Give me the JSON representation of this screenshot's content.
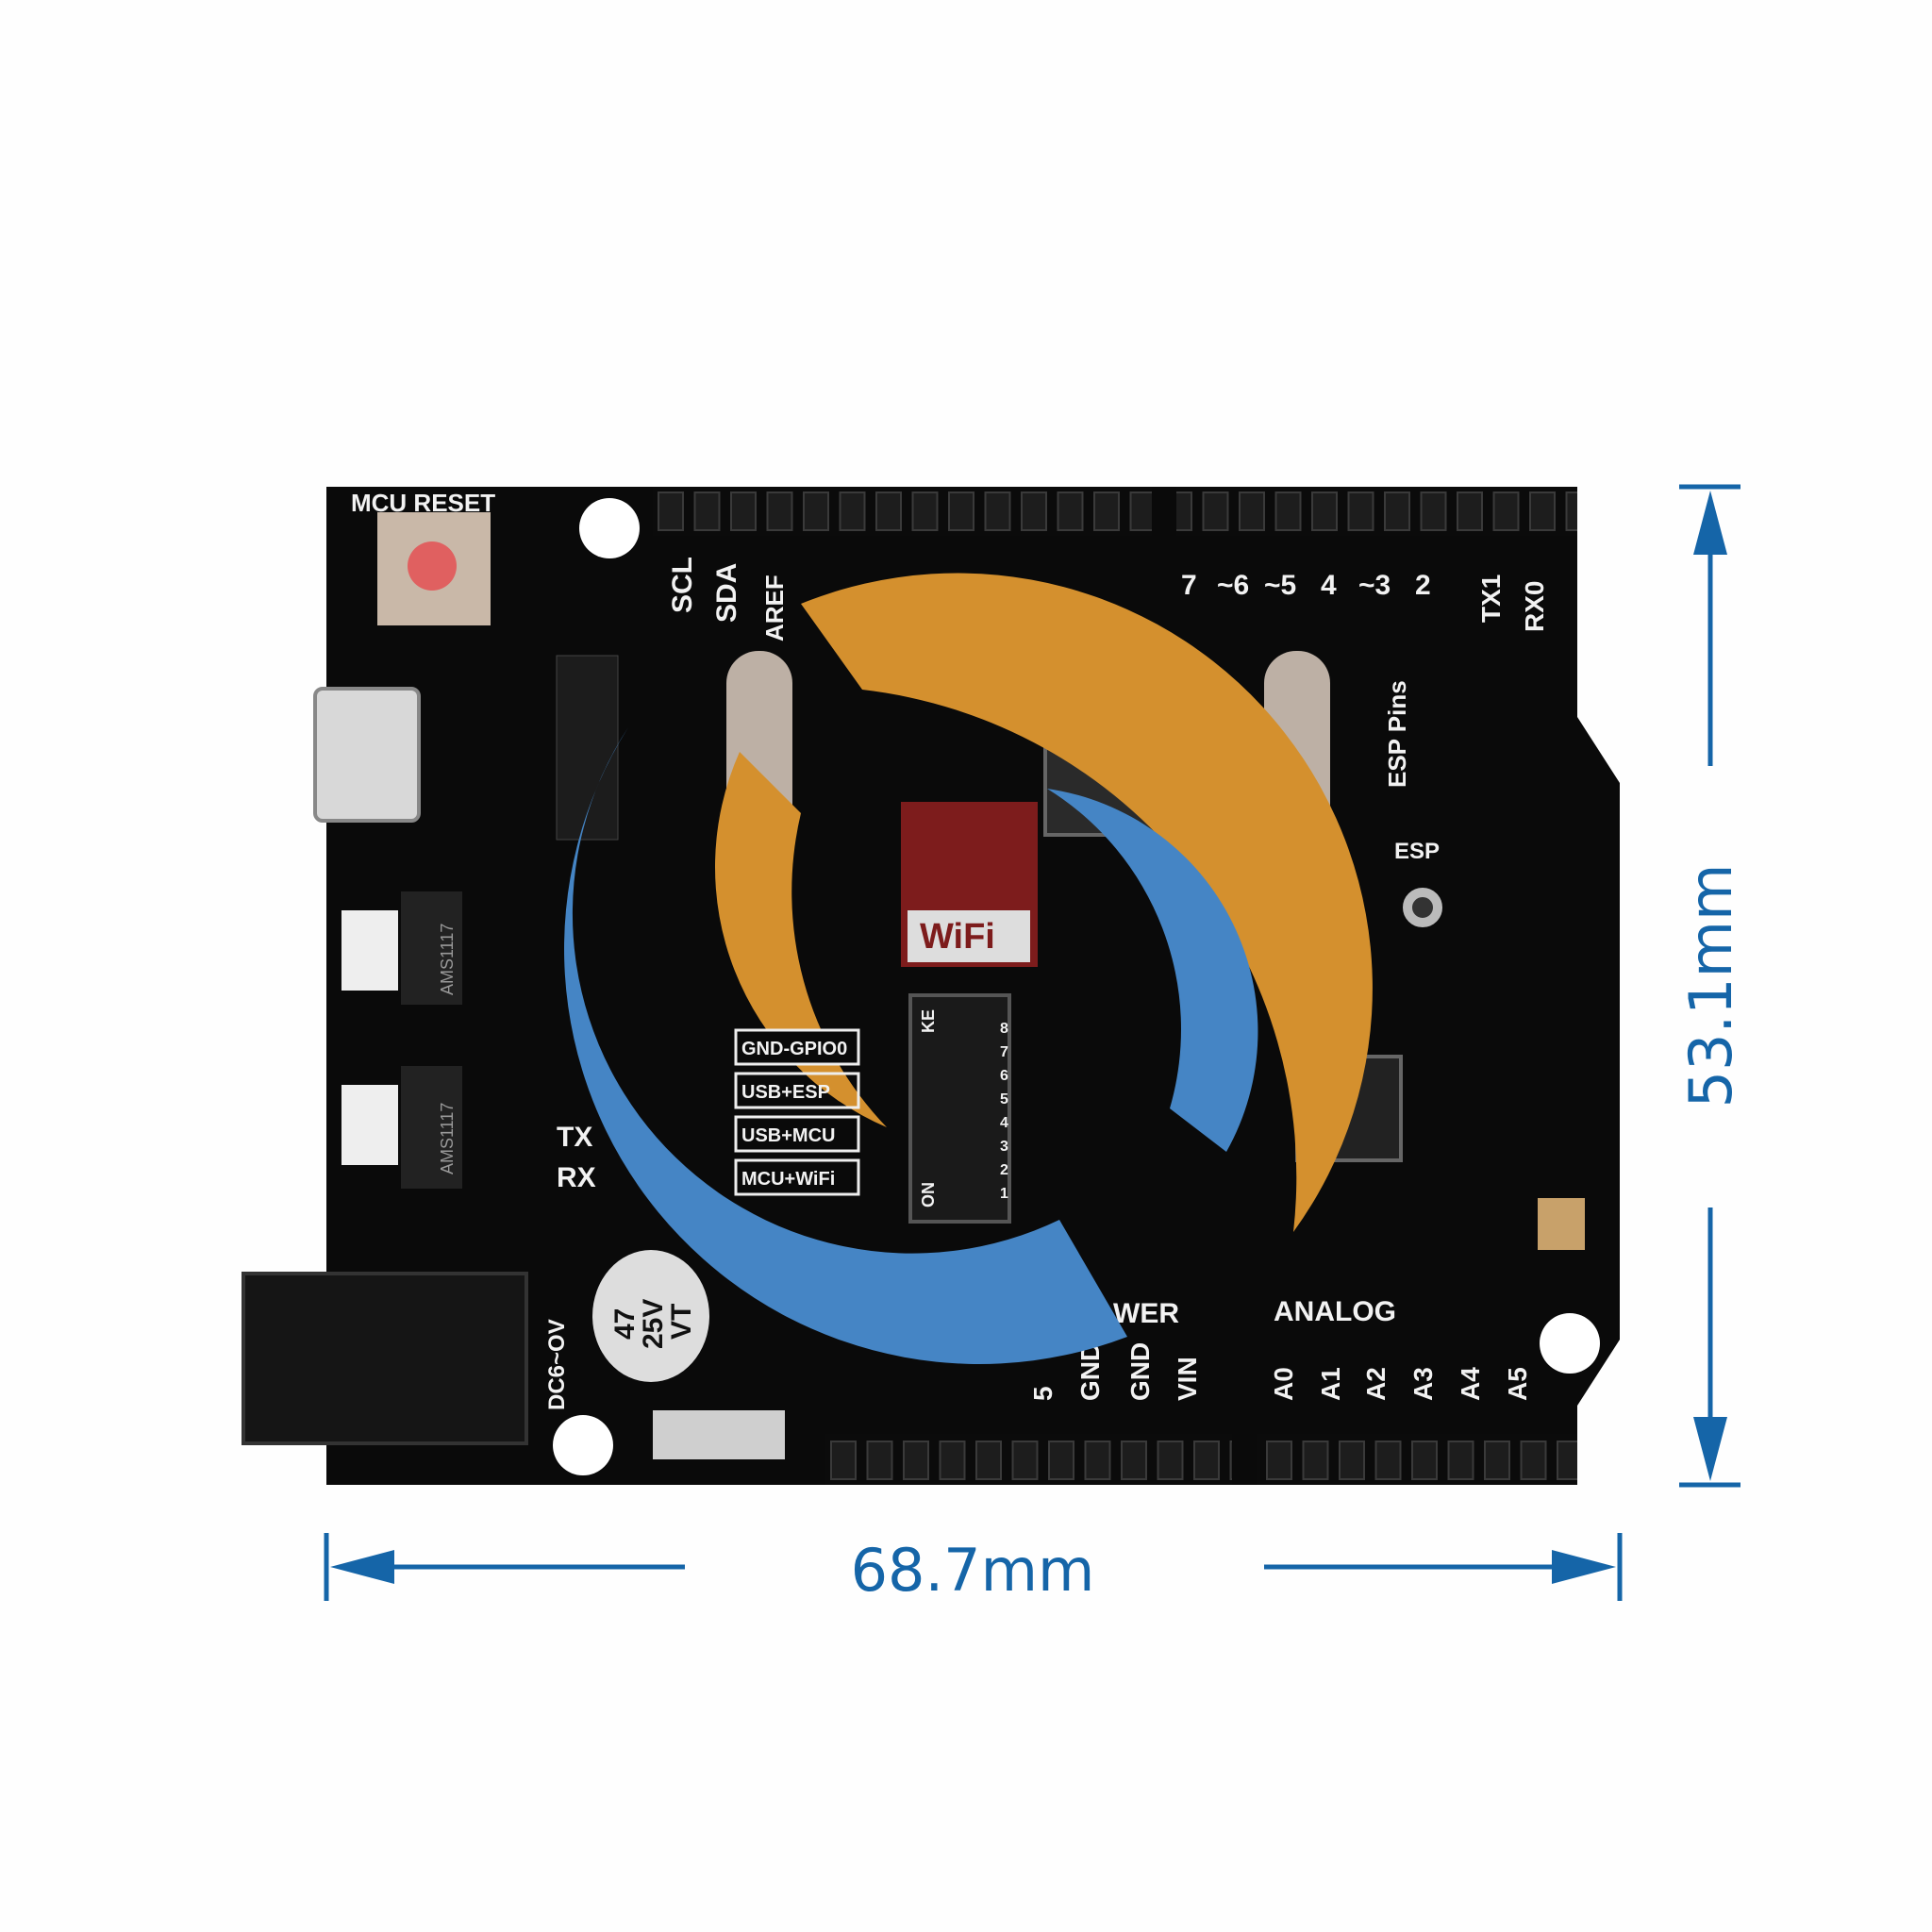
{
  "board": {
    "reset_label": "MCU RESET",
    "top_pins": [
      "SCL",
      "SDA",
      "AREF",
      "7",
      "~6",
      "~5",
      "4",
      "~3",
      "2",
      "TX1",
      "RX0"
    ],
    "esp_pins_label": "ESP Pins",
    "esp_button_label": "ESP",
    "wifi_label": "WiFi",
    "mode_labels": [
      "GND-GPIO0",
      "USB+ESP",
      "USB+MCU",
      "MCU+WiFi"
    ],
    "dip_label_on": "ON",
    "dip_label_ke": "KE",
    "dip_numbers": [
      "1",
      "2",
      "3",
      "4",
      "5",
      "6",
      "7",
      "8"
    ],
    "regulator_label": "AMS1117",
    "tx_label": "TX",
    "rx_label": "RX",
    "power_label": "WER",
    "power_pins": [
      "5",
      "GND",
      "GND",
      "VIN"
    ],
    "analog_label": "ANALOG",
    "analog_pins": [
      "A0",
      "A1",
      "A2",
      "A3",
      "A4",
      "A5"
    ],
    "dc_label": "DC6~OV",
    "capacitor_label": [
      "47",
      "25V",
      "VT"
    ]
  },
  "dimensions": {
    "width": "68.7mm",
    "height": "53.1mm",
    "color": "#1565a8"
  },
  "logo_overlay": {
    "colors": {
      "orange": "#d4902e",
      "blue": "#4585c5"
    }
  }
}
